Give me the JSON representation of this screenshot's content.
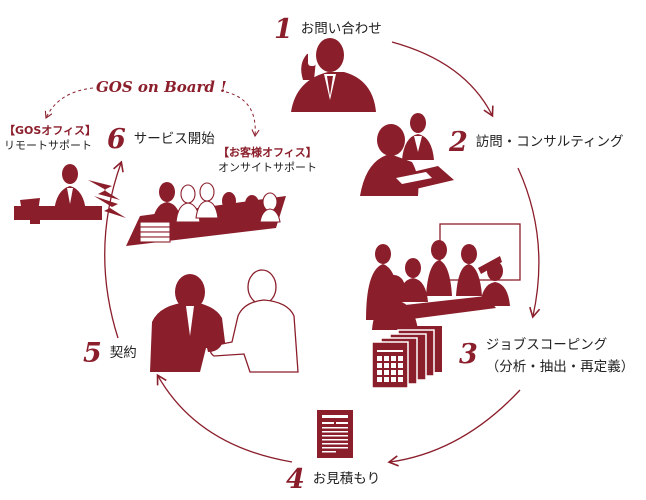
{
  "colors": {
    "accent": "#8b1e2b",
    "text": "#222222",
    "sheet": "#ffffff"
  },
  "steps": [
    {
      "num": "1",
      "label": "お問い合わせ"
    },
    {
      "num": "2",
      "label": "訪問・コンサルティング"
    },
    {
      "num": "3",
      "label": "ジョブスコーピング",
      "sublabel": "（分析・抽出・再定義）"
    },
    {
      "num": "4",
      "label": "お見積もり"
    },
    {
      "num": "5",
      "label": "契約"
    },
    {
      "num": "6",
      "label": "サービス開始"
    }
  ],
  "gos_on_board": "GOS on Board !",
  "gos_office": {
    "heading": "【GOSオフィス】",
    "text": "リモートサポート"
  },
  "client_office": {
    "heading": "【お客様オフィス】",
    "text": "オンサイトサポート"
  },
  "icons": [
    "phone-call-icon",
    "consulting-meeting-icon",
    "presentation-meeting-icon",
    "job-sheets-icon",
    "estimate-document-icon",
    "handshake-icon",
    "remote-support-icon",
    "onsite-support-icon",
    "cycle-arrow-icon",
    "dashed-arrow-icon"
  ]
}
